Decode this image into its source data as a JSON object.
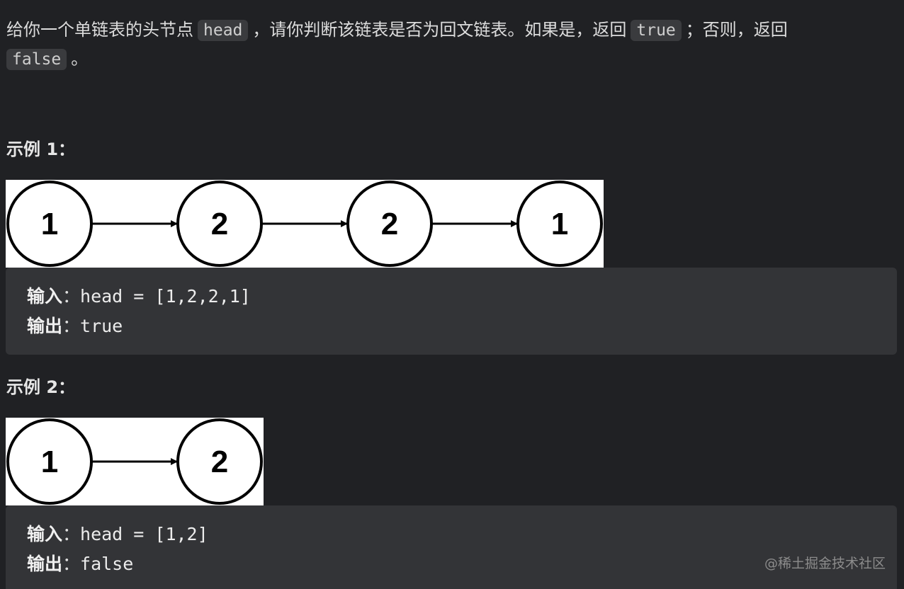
{
  "problem": {
    "text_1": "给你一个单链表的头节点",
    "code_1": "head",
    "text_2": "，请你判断该链表是否为回文链表。如果是，返回",
    "code_2": "true",
    "text_3": "；否则，返回",
    "code_3": "false",
    "text_4": "。"
  },
  "examples": [
    {
      "heading": "示例 1：",
      "nodes": [
        "1",
        "2",
        "2",
        "1"
      ],
      "input_label": "输入",
      "input_value": "head = [1,2,2,1]",
      "output_label": "输出",
      "output_value": "true"
    },
    {
      "heading": "示例 2：",
      "nodes": [
        "1",
        "2"
      ],
      "input_label": "输入",
      "input_value": "head = [1,2]",
      "output_label": "输出",
      "output_value": "false"
    }
  ],
  "watermark": "@稀土掘金技术社区",
  "colors": {
    "background": "#202124",
    "code_block": "#333437",
    "inline_code": "#3a3b3e",
    "figure_bg": "#ffffff",
    "node_stroke": "#000000"
  }
}
